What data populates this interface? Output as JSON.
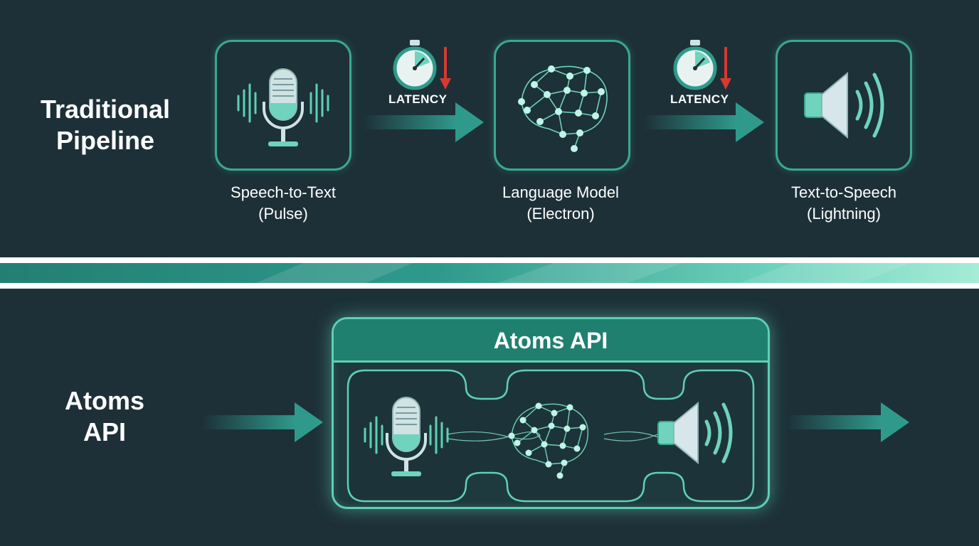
{
  "top_row": {
    "label_line1": "Traditional",
    "label_line2": "Pipeline",
    "stages": [
      {
        "name_line1": "Speech-to-Text",
        "name_line2": "(Pulse)",
        "icon": "microphone-icon"
      },
      {
        "name_line1": "Language Model",
        "name_line2": "(Electron)",
        "icon": "brain-network-icon"
      },
      {
        "name_line1": "Text-to-Speech",
        "name_line2": "(Lightning)",
        "icon": "speaker-icon"
      }
    ],
    "latency_labels": [
      "LATENCY",
      "LATENCY"
    ],
    "latency_icon": "stopwatch-icon"
  },
  "bottom_row": {
    "label_line1": "Atoms",
    "label_line2": "API",
    "box_title": "Atoms API"
  },
  "colors": {
    "background": "#1d3038",
    "accent_teal": "#2f9a8c",
    "glow_teal": "#5fcfb4",
    "latency_red": "#d63a2f"
  }
}
